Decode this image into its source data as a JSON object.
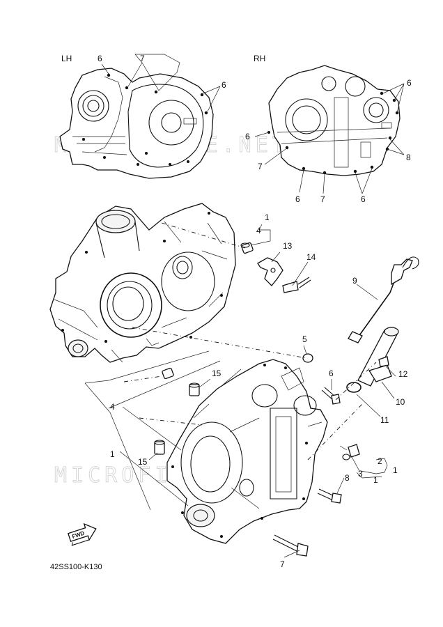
{
  "side_labels": {
    "left": "LH",
    "right": "RH"
  },
  "callouts": {
    "c1a": "1",
    "c1b": "1",
    "c1c": "1",
    "c1d": "1",
    "c2": "2",
    "c3": "3",
    "c4a": "4",
    "c4b": "4",
    "c5": "5",
    "c6a": "6",
    "c6b": "6",
    "c6c": "6",
    "c6d": "6",
    "c6e": "6",
    "c6f": "6",
    "c6g": "6",
    "c7a": "7",
    "c7b": "7",
    "c7c": "7",
    "c7d": "7",
    "c8a": "8",
    "c8b": "8",
    "c9": "9",
    "c10": "10",
    "c11": "11",
    "c12": "12",
    "c13": "13",
    "c14": "14",
    "c15a": "15",
    "c15b": "15"
  },
  "forward_badge": "FWD",
  "diagram_code": "42SS100-K130",
  "watermark": "MICROFICHE.NET",
  "icons": [
    "forward-arrow-icon"
  ]
}
